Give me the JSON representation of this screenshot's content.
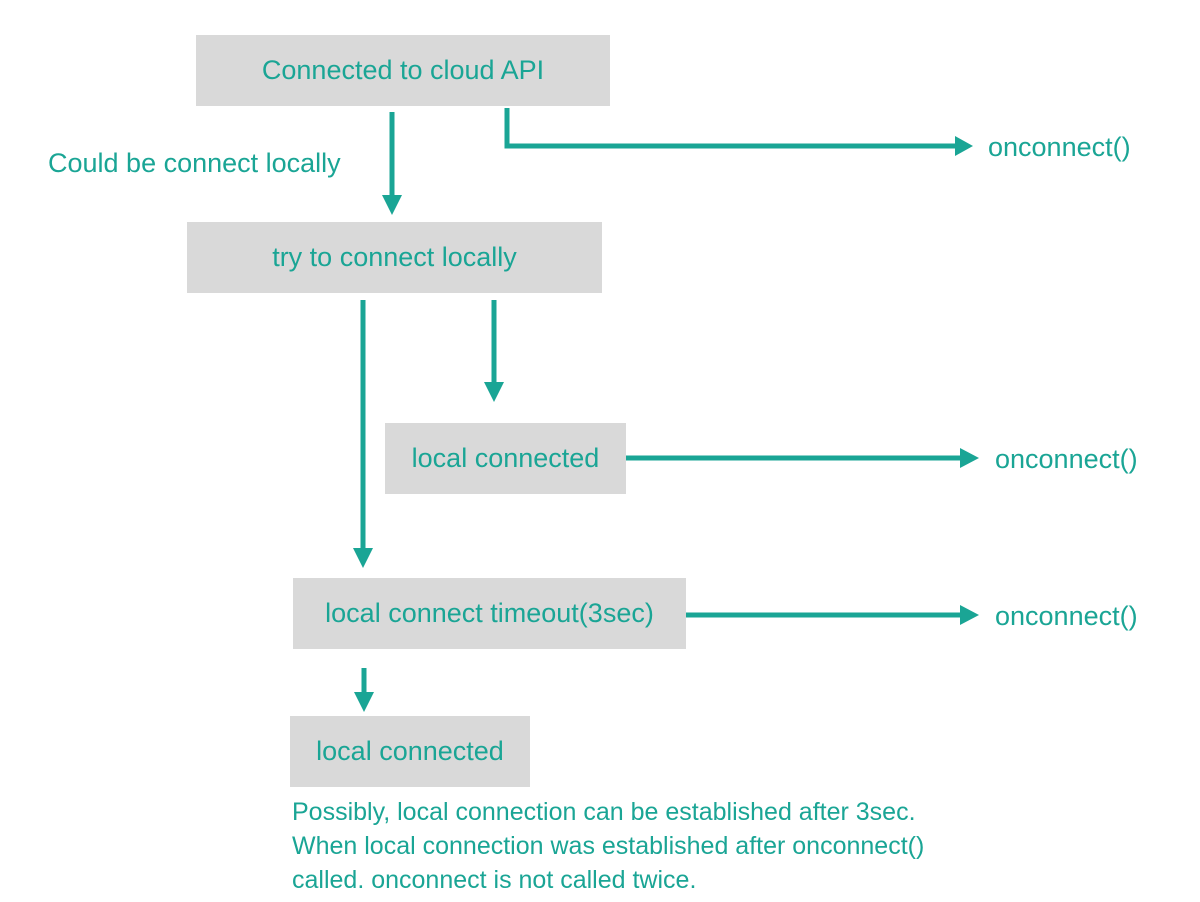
{
  "nodes": {
    "cloud": "Connected to cloud API",
    "try_local": "try to connect locally",
    "local_connected_1": "local connected",
    "timeout": "local connect timeout(3sec)",
    "local_connected_2": "local connected"
  },
  "edge_labels": {
    "could_local": "Could be connect locally"
  },
  "outputs": {
    "onconnect_1": "onconnect()",
    "onconnect_2": "onconnect()",
    "onconnect_3": "onconnect()"
  },
  "note": {
    "line1": "Possibly, local connection can be established after 3sec.",
    "line2": "When local connection was established after onconnect()",
    "line3": "called. onconnect is not called twice."
  },
  "colors": {
    "accent": "#1aa595",
    "box_fill": "#d9d9d9"
  }
}
